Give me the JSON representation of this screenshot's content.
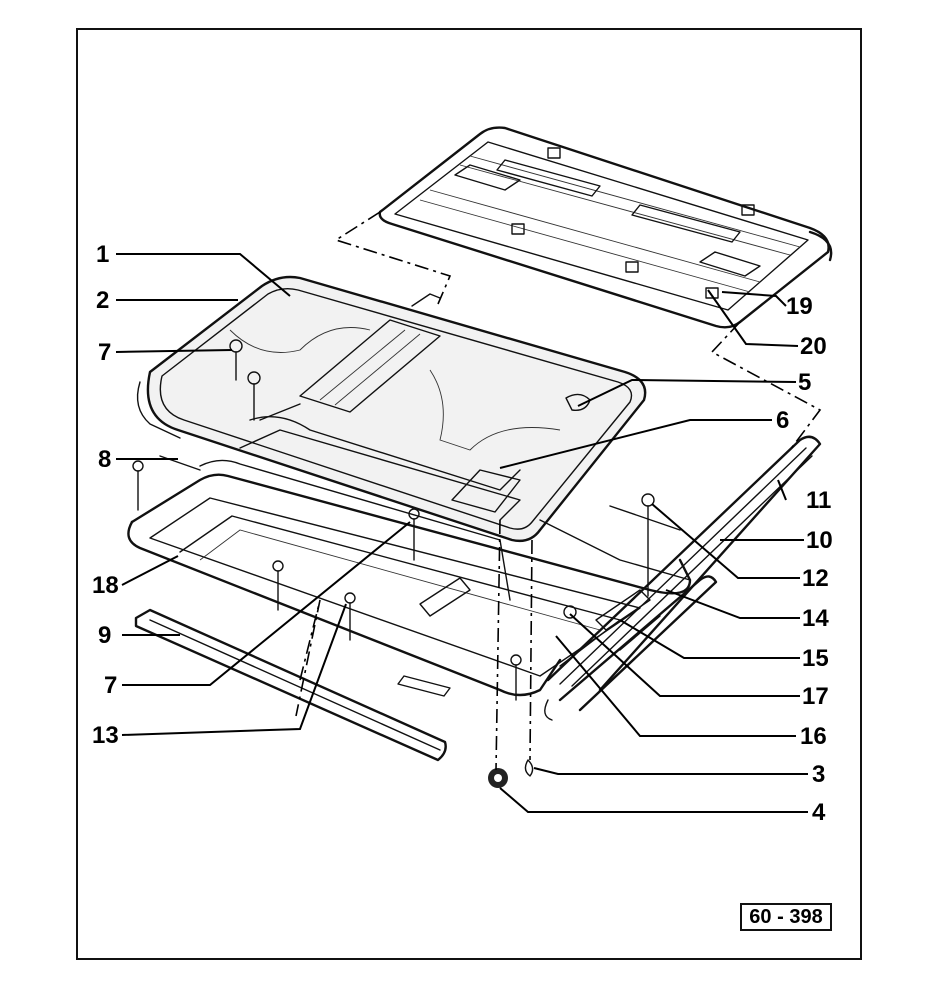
{
  "reference_code": "60 - 398",
  "callouts": [
    {
      "id": "1",
      "text": "1"
    },
    {
      "id": "2",
      "text": "2"
    },
    {
      "id": "7a",
      "text": "7"
    },
    {
      "id": "8",
      "text": "8"
    },
    {
      "id": "18",
      "text": "18"
    },
    {
      "id": "9",
      "text": "9"
    },
    {
      "id": "7b",
      "text": "7"
    },
    {
      "id": "13",
      "text": "13"
    },
    {
      "id": "19",
      "text": "19"
    },
    {
      "id": "20",
      "text": "20"
    },
    {
      "id": "5",
      "text": "5"
    },
    {
      "id": "6",
      "text": "6"
    },
    {
      "id": "11",
      "text": "11"
    },
    {
      "id": "10",
      "text": "10"
    },
    {
      "id": "12",
      "text": "12"
    },
    {
      "id": "14",
      "text": "14"
    },
    {
      "id": "15",
      "text": "15"
    },
    {
      "id": "17",
      "text": "17"
    },
    {
      "id": "16",
      "text": "16"
    },
    {
      "id": "3",
      "text": "3"
    },
    {
      "id": "4",
      "text": "4"
    }
  ]
}
